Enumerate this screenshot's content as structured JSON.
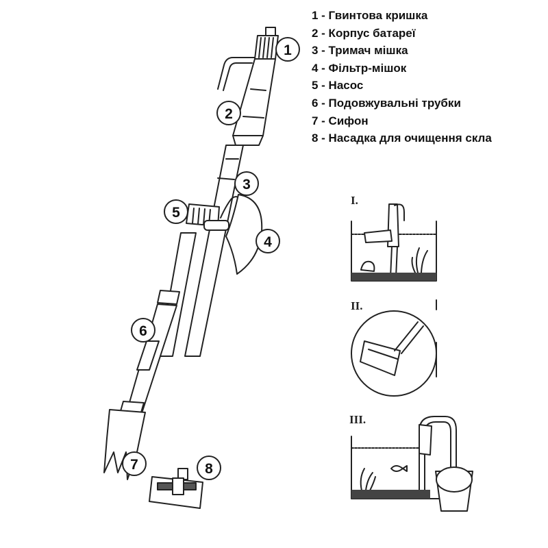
{
  "legend": {
    "items": [
      {
        "number": "1",
        "text": "1 - Гвинтова кришка"
      },
      {
        "number": "2",
        "text": "2 - Корпус батареї"
      },
      {
        "number": "3",
        "text": "3 - Тримач мішка"
      },
      {
        "number": "4",
        "text": "4 - Фільтр-мішок"
      },
      {
        "number": "5",
        "text": "5 - Насос"
      },
      {
        "number": "6",
        "text": "6 - Подовжувальні трубки"
      },
      {
        "number": "7",
        "text": "7 - Сифон"
      },
      {
        "number": "8",
        "text": "8 - Насадка для очищення скла"
      }
    ]
  },
  "callouts": [
    "1",
    "2",
    "3",
    "4",
    "5",
    "6",
    "7",
    "8"
  ],
  "steps": {
    "step1": "I.",
    "step2": "II.",
    "step3": "III."
  },
  "colors": {
    "line": "#222222",
    "fill": "#ffffff",
    "sand": "#444444"
  }
}
